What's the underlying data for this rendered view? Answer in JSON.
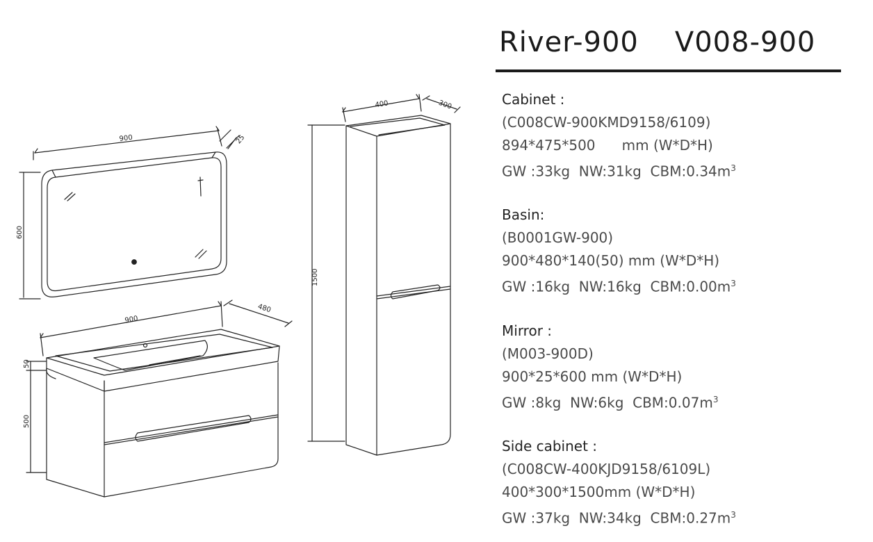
{
  "header": {
    "model": "River-900",
    "code": "V008-900"
  },
  "drawing": {
    "mirror": {
      "width_label": "900",
      "depth_label": "25",
      "height_label": "600"
    },
    "basin_cabinet": {
      "width_label": "900",
      "depth_label": "480",
      "basin_height_label": "50",
      "cabinet_height_label": "500"
    },
    "side_cabinet": {
      "width_label": "400",
      "depth_label": "300",
      "height_label": "1500"
    }
  },
  "specs": [
    {
      "heading": "Cabinet :",
      "code": "(C008CW-900KMD9158/6109)",
      "dims": "894*475*500      mm (W*D*H)",
      "weights": "GW :33kg  NW:31kg  CBM:0.34m",
      "unit_exp": "3"
    },
    {
      "heading": "Basin:",
      "code": "(B0001GW-900)",
      "dims": "900*480*140(50) mm (W*D*H)",
      "weights": "GW :16kg  NW:16kg  CBM:0.00m",
      "unit_exp": "3"
    },
    {
      "heading": "Mirror :",
      "code": "(M003-900D)",
      "dims": "900*25*600 mm (W*D*H)",
      "weights": "GW :8kg  NW:6kg  CBM:0.07m",
      "unit_exp": "3"
    },
    {
      "heading": "Side cabinet :",
      "code": "(C008CW-400KJD9158/6109L)",
      "dims": "400*300*1500mm (W*D*H)",
      "weights": "GW :37kg  NW:34kg  CBM:0.27m",
      "unit_exp": "3"
    }
  ]
}
